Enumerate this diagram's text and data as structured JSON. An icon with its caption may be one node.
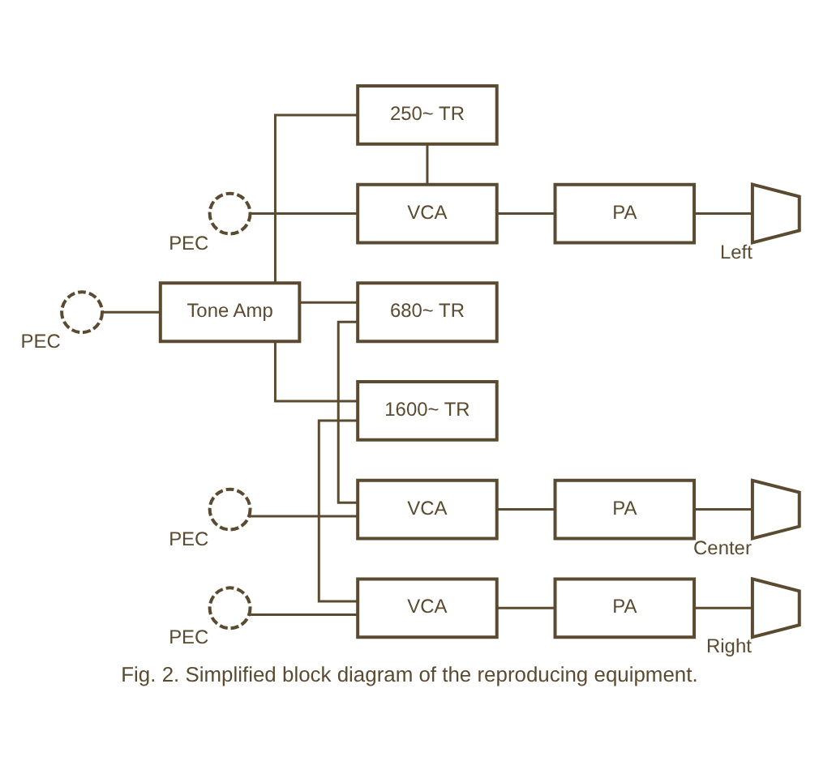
{
  "diagram": {
    "caption": "Fig. 2. Simplified block diagram of the reproducing equipment.",
    "nodes": [
      {
        "text": [],
        "shape": "arc",
        "beside": [
          "PEC"
        ]
      },
      {
        "text": [
          "VCA"
        ]
      },
      {
        "text": [
          "PA"
        ]
      },
      {
        "text": [],
        "shape": "speaker",
        "beside": [
          "Left"
        ]
      },
      {
        "text": [
          "250~ TR"
        ]
      },
      {
        "text": [],
        "shape": "arc",
        "beside": [
          "PEC"
        ]
      },
      {
        "text": [
          "VCA"
        ]
      },
      {
        "text": [
          "PA"
        ]
      },
      {
        "text": [],
        "shape": "speaker",
        "beside": [
          "Center"
        ]
      },
      {
        "text": [
          "680~ TR"
        ]
      },
      {
        "text": [],
        "shape": "arc",
        "beside": [
          "PEC"
        ]
      },
      {
        "text": [
          "VCA"
        ]
      },
      {
        "text": [
          "PA"
        ]
      },
      {
        "text": [],
        "shape": "speaker",
        "beside": [
          "Right"
        ]
      },
      {
        "text": [
          "1600~ TR"
        ]
      },
      {
        "text": [],
        "shape": "arc",
        "beside": [
          "PEC"
        ]
      },
      {
        "text": [
          "Tone Amp"
        ]
      }
    ],
    "edges": [
      {
        "from": 0,
        "to": 1,
        "arrow": "none"
      },
      {
        "from": 1,
        "to": 2,
        "arrow": "none"
      },
      {
        "from": 2,
        "to": 3,
        "arrow": "none"
      },
      {
        "from": 4,
        "to": 1,
        "arrow": "none"
      },
      {
        "from": 5,
        "to": 6,
        "arrow": "none"
      },
      {
        "from": 6,
        "to": 7,
        "arrow": "none"
      },
      {
        "from": 7,
        "to": 8,
        "arrow": "none"
      },
      {
        "from": 9,
        "to": 6,
        "arrow": "none"
      },
      {
        "from": 10,
        "to": 11,
        "arrow": "none"
      },
      {
        "from": 11,
        "to": 12,
        "arrow": "none"
      },
      {
        "from": 12,
        "to": 13,
        "arrow": "none"
      },
      {
        "from": 14,
        "to": 11,
        "arrow": "none"
      },
      {
        "from": 15,
        "to": 16,
        "arrow": "none"
      },
      {
        "from": 16,
        "to": 4,
        "arrow": "none"
      },
      {
        "from": 16,
        "to": 9,
        "arrow": "none"
      },
      {
        "from": 16,
        "to": 14,
        "arrow": "none"
      }
    ]
  }
}
